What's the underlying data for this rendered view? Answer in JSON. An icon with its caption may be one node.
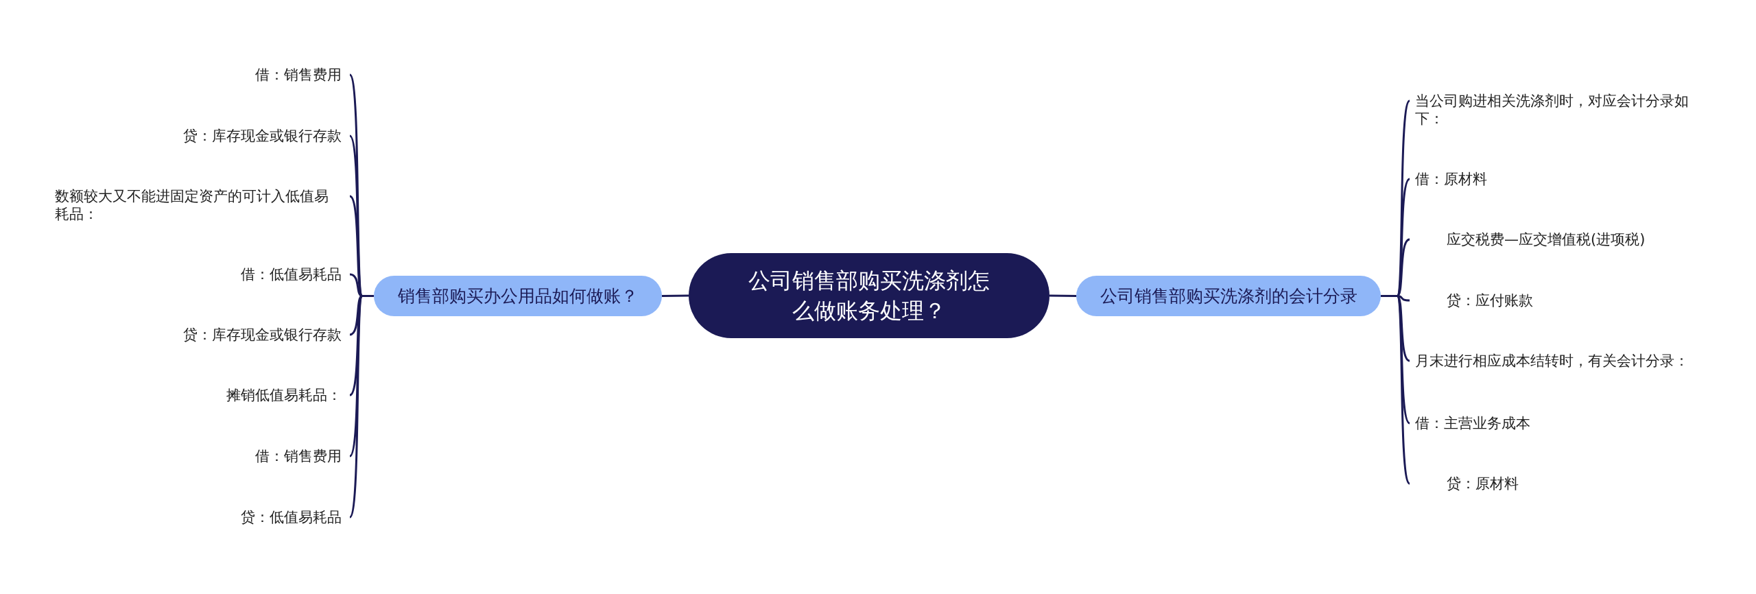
{
  "diagram": {
    "nodes": [
      {
        "text": [
          "公司销售部购买洗涤剂怎么做账务处理？"
        ]
      },
      {
        "text": [
          "销售部购买办公用品如何做账？"
        ]
      },
      {
        "text": [
          "公司销售部购买洗涤剂的会计分录"
        ]
      },
      {
        "text": [
          "借：销售费用"
        ]
      },
      {
        "text": [
          "贷：库存现金或银行存款"
        ]
      },
      {
        "text": [
          "数额较大又不能进固定资产的可计入低值易耗品："
        ]
      },
      {
        "text": [
          "借：低值易耗品"
        ]
      },
      {
        "text": [
          "贷：库存现金或银行存款"
        ]
      },
      {
        "text": [
          "摊销低值易耗品："
        ]
      },
      {
        "text": [
          "借：销售费用"
        ]
      },
      {
        "text": [
          "贷：低值易耗品"
        ]
      },
      {
        "text": [
          "当公司购进相关洗涤剂时，对应会计分录如下："
        ]
      },
      {
        "text": [
          "借：原材料"
        ]
      },
      {
        "text": [
          "应交税费—应交增值税(进项税)"
        ]
      },
      {
        "text": [
          "贷：应付账款"
        ]
      },
      {
        "text": [
          "月末进行相应成本结转时，有关会计分录："
        ]
      },
      {
        "text": [
          "借：主营业务成本"
        ]
      },
      {
        "text": [
          "贷：原材料"
        ]
      }
    ],
    "edges": [
      {
        "from": 0,
        "to": 1,
        "arrow": "none"
      },
      {
        "from": 0,
        "to": 2,
        "arrow": "none"
      },
      {
        "from": 1,
        "to": 3,
        "arrow": "none"
      },
      {
        "from": 1,
        "to": 4,
        "arrow": "none"
      },
      {
        "from": 1,
        "to": 5,
        "arrow": "none"
      },
      {
        "from": 1,
        "to": 6,
        "arrow": "none"
      },
      {
        "from": 1,
        "to": 7,
        "arrow": "none"
      },
      {
        "from": 1,
        "to": 8,
        "arrow": "none"
      },
      {
        "from": 1,
        "to": 9,
        "arrow": "none"
      },
      {
        "from": 1,
        "to": 10,
        "arrow": "none"
      },
      {
        "from": 2,
        "to": 11,
        "arrow": "none"
      },
      {
        "from": 2,
        "to": 12,
        "arrow": "none"
      },
      {
        "from": 2,
        "to": 13,
        "arrow": "none"
      },
      {
        "from": 2,
        "to": 14,
        "arrow": "none"
      },
      {
        "from": 2,
        "to": 15,
        "arrow": "none"
      },
      {
        "from": 2,
        "to": 16,
        "arrow": "none"
      },
      {
        "from": 2,
        "to": 17,
        "arrow": "none"
      }
    ]
  }
}
